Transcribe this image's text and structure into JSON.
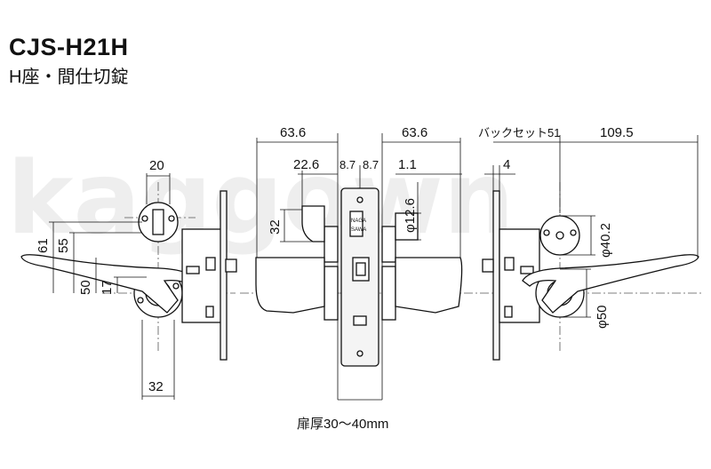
{
  "header": {
    "model": "CJS-H21H",
    "description": "H座・間仕切錠"
  },
  "watermark": "kaggown",
  "dimensions": {
    "d20": "20",
    "d61": "61",
    "d55": "55",
    "d50": "50",
    "d17": "17",
    "d32_bottom": "32",
    "d63_6_left": "63.6",
    "d22_6": "22.6",
    "d8_7_a": "8.7",
    "d8_7_b": "8.7",
    "d32_mid": "32",
    "d63_6_right": "63.6",
    "d1_1": "1.1",
    "d12_6": "φ12.6",
    "d4": "4",
    "backset": "バックセット51",
    "d109_5": "109.5",
    "d40_2": "φ40.2",
    "d50_dia": "φ50",
    "door_thickness": "扉厚30〜40mm"
  },
  "plate_text": {
    "brand_line1": "NAGA",
    "brand_line2": "SAWA"
  }
}
